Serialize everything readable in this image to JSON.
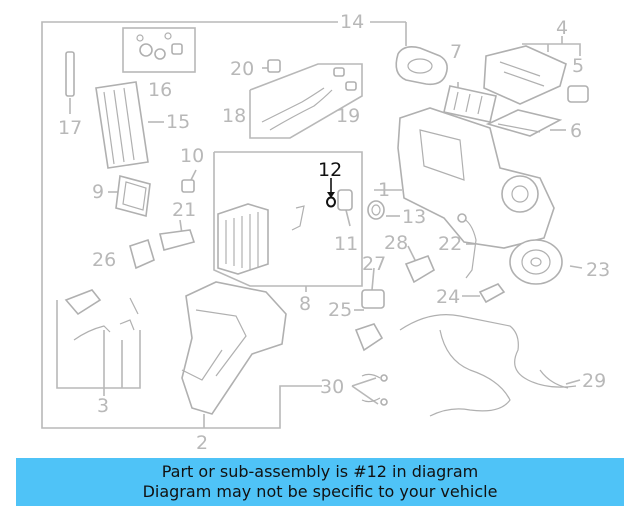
{
  "diagram": {
    "highlight_color": "#111111",
    "muted_color": "#b8b8b8",
    "callouts": {
      "c1": "1",
      "c2": "2",
      "c3": "3",
      "c4": "4",
      "c5": "5",
      "c6": "6",
      "c7": "7",
      "c8": "8",
      "c9": "9",
      "c10": "10",
      "c11": "11",
      "c12": "12",
      "c13": "13",
      "c14": "14",
      "c15": "15",
      "c16": "16",
      "c17": "17",
      "c18": "18",
      "c19": "19",
      "c20": "20",
      "c21": "21",
      "c22": "22",
      "c23": "23",
      "c24": "24",
      "c25": "25",
      "c26": "26",
      "c27": "27",
      "c28": "28",
      "c29": "29",
      "c30": "30"
    }
  },
  "banner": {
    "color": "#4fc3f7",
    "line1": "Part or sub-assembly is #12 in diagram",
    "line2": "Diagram may not be specific to your vehicle"
  }
}
